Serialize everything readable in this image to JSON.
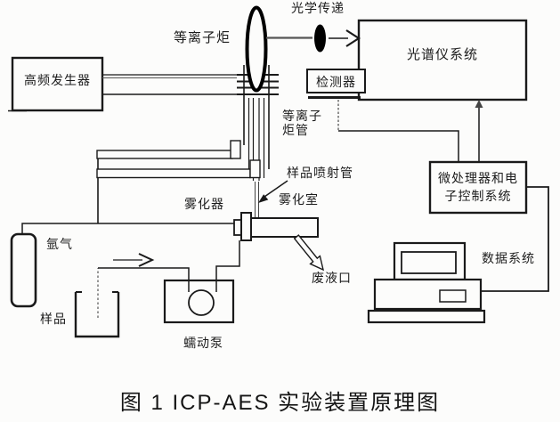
{
  "diagram": {
    "title_caption": "图 1  ICP-AES 实验装置原理图",
    "labels": {
      "optical_transfer": "光学传递",
      "plasma_torch": "等离子炬",
      "hf_generator": "高频发生器",
      "spectrometer_system": "光谱仪系统",
      "detector": "检测器",
      "torch_tube_line1": "等离子",
      "torch_tube_line2": "炬管",
      "sample_injection_tube": "样品喷射管",
      "mpu_line1": "微处理器和电",
      "mpu_line2": "子控制系统",
      "nebulizer": "雾化器",
      "nebulization_chamber": "雾化室",
      "argon_gas": "氩气",
      "waste_outlet": "废液口",
      "data_system": "数据系统",
      "sample": "样品",
      "peristaltic_pump": "蠕动泵"
    },
    "colors": {
      "ink": "#1a1a1a",
      "soft_ink": "#555555",
      "lens_fill": "#000000",
      "paper": "#fcfcfb"
    }
  }
}
